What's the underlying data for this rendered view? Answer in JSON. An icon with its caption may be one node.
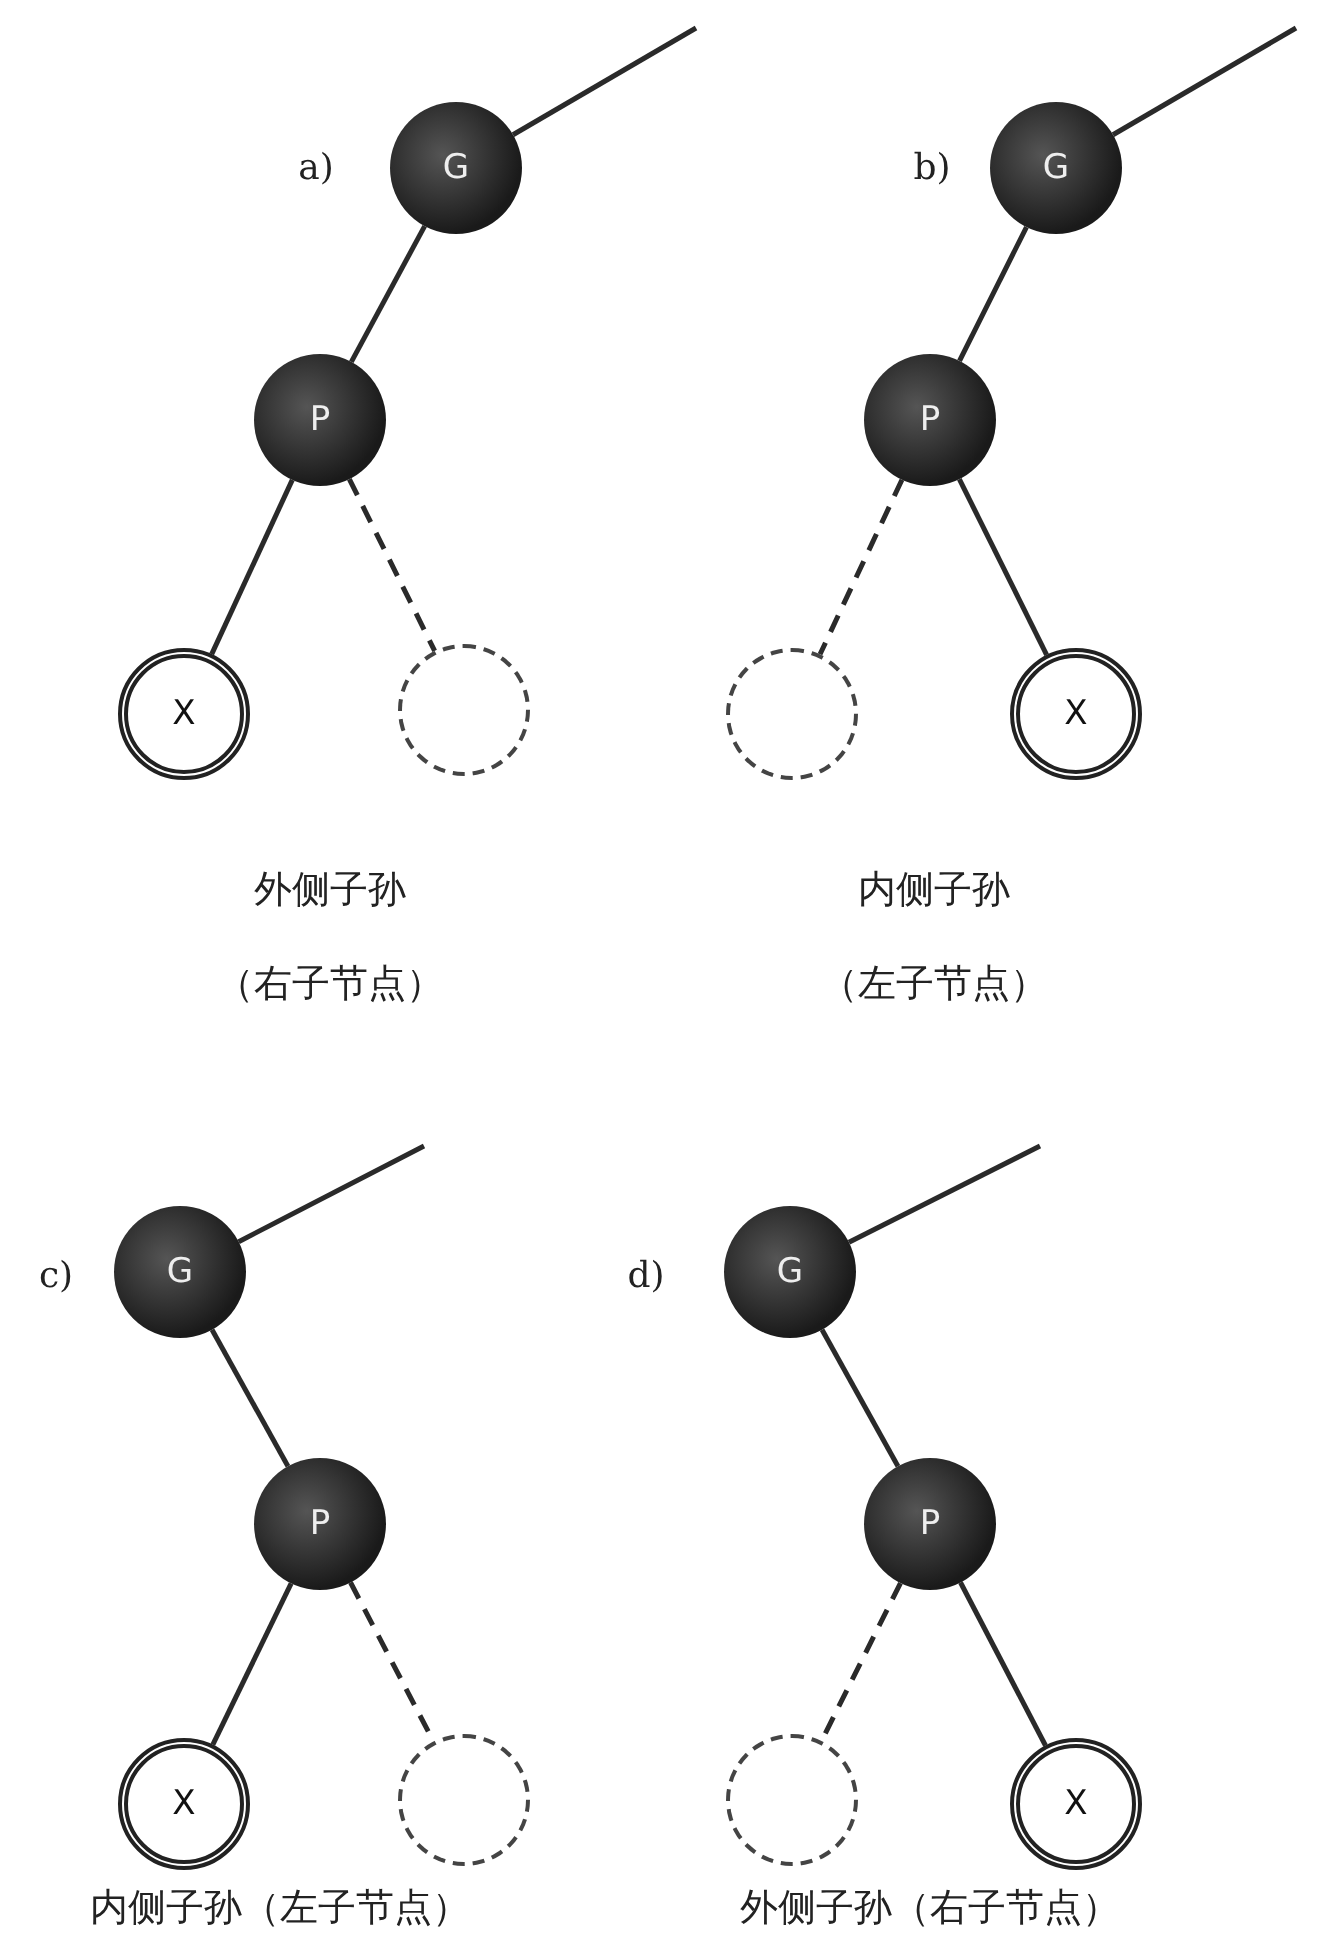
{
  "diagram": {
    "nodes": [
      {
        "text": [
          "G"
        ]
      },
      {
        "text": [
          "P"
        ]
      },
      {
        "text": [
          "X"
        ]
      },
      {
        "text": [],
        "shape": "circle"
      },
      {
        "text": [
          "G"
        ]
      },
      {
        "text": [
          "P"
        ]
      },
      {
        "text": [],
        "shape": "circle"
      },
      {
        "text": [
          "X"
        ]
      },
      {
        "text": [
          "G"
        ]
      },
      {
        "text": [
          "P"
        ]
      },
      {
        "text": [
          "X"
        ]
      },
      {
        "text": [],
        "shape": "circle"
      },
      {
        "text": [
          "G"
        ]
      },
      {
        "text": [
          "P"
        ]
      },
      {
        "text": [],
        "shape": "circle"
      },
      {
        "text": [
          "X"
        ]
      }
    ],
    "edges": [
      {
        "from": null,
        "to": 0,
        "arrow": "none"
      },
      {
        "from": 0,
        "to": 1,
        "arrow": "none"
      },
      {
        "from": 1,
        "to": 2,
        "arrow": "none"
      },
      {
        "from": 1,
        "to": 3,
        "arrow": "none",
        "style": "dashed"
      },
      {
        "from": null,
        "to": 4,
        "arrow": "none"
      },
      {
        "from": 4,
        "to": 5,
        "arrow": "none"
      },
      {
        "from": 5,
        "to": 6,
        "arrow": "none",
        "style": "dashed"
      },
      {
        "from": 5,
        "to": 7,
        "arrow": "none"
      },
      {
        "from": null,
        "to": 8,
        "arrow": "none"
      },
      {
        "from": 8,
        "to": 9,
        "arrow": "none"
      },
      {
        "from": 9,
        "to": 10,
        "arrow": "none"
      },
      {
        "from": 9,
        "to": 11,
        "arrow": "none",
        "style": "dashed"
      },
      {
        "from": null,
        "to": 12,
        "arrow": "none"
      },
      {
        "from": 12,
        "to": 13,
        "arrow": "none"
      },
      {
        "from": 13,
        "to": 14,
        "arrow": "none",
        "style": "dashed"
      },
      {
        "from": 13,
        "to": 15,
        "arrow": "none"
      }
    ],
    "labels": [
      "a)",
      "b)",
      "外侧子孙",
      "内侧子孙",
      "（右子节点）",
      "（左子节点）",
      "c)",
      "d)",
      "内侧子孙（左子节点）",
      "外侧子孙（右子节点）"
    ]
  }
}
